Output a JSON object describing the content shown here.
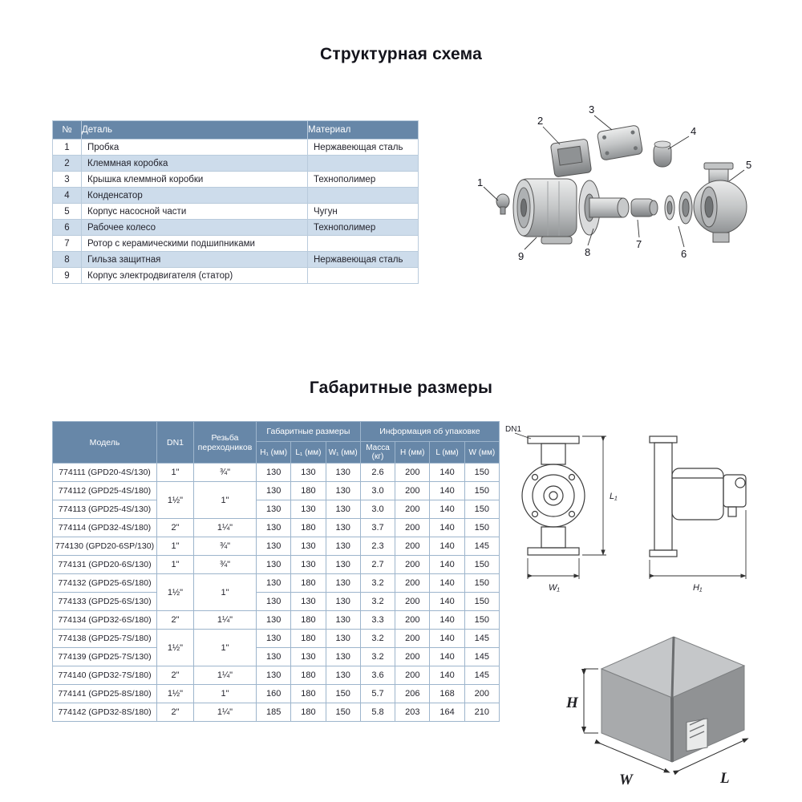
{
  "page": {
    "title_structural": "Структурная схема",
    "title_dimensions": "Габаритные размеры"
  },
  "parts_table": {
    "headers": [
      "№",
      "Деталь",
      "Материал"
    ],
    "rows": [
      {
        "num": "1",
        "part": "Пробка",
        "material": "Нержавеющая сталь"
      },
      {
        "num": "2",
        "part": "Клеммная коробка",
        "material": ""
      },
      {
        "num": "3",
        "part": "Крышка клеммной коробки",
        "material": "Технополимер"
      },
      {
        "num": "4",
        "part": "Конденсатор",
        "material": ""
      },
      {
        "num": "5",
        "part": "Корпус насосной части",
        "material": "Чугун"
      },
      {
        "num": "6",
        "part": "Рабочее колесо",
        "material": "Технополимер"
      },
      {
        "num": "7",
        "part": "Ротор с керамическими подшипниками",
        "material": ""
      },
      {
        "num": "8",
        "part": "Гильза защитная",
        "material": "Нержавеющая сталь"
      },
      {
        "num": "9",
        "part": "Корпус электродвигателя (статор)",
        "material": ""
      }
    ]
  },
  "exploded": {
    "callouts": [
      "1",
      "2",
      "3",
      "4",
      "5",
      "6",
      "7",
      "8",
      "9"
    ]
  },
  "dimensions_table": {
    "col_model": "Модель",
    "col_dn1": "DN1",
    "col_thread": "Резьба переходников",
    "group_dims": "Габаритные размеры",
    "group_pack": "Информация об упаковке",
    "sub_headers": [
      "H₁ (мм)",
      "L₁ (мм)",
      "W₁ (мм)",
      "Масса (кг)",
      "H (мм)",
      "L (мм)",
      "W (мм)"
    ],
    "rows": [
      {
        "model": "774111 (GPD20-4S/130)",
        "dn1": "1\"",
        "thread": "¾\"",
        "h1": "130",
        "l1": "130",
        "w1": "130",
        "mass": "2.6",
        "h": "200",
        "l": "140",
        "w": "150"
      },
      {
        "model": "774112 (GPD25-4S/180)",
        "dn1": "1½\"",
        "dn1_span": 2,
        "thread": "1\"",
        "thread_span": 2,
        "h1": "130",
        "l1": "180",
        "w1": "130",
        "mass": "3.0",
        "h": "200",
        "l": "140",
        "w": "150"
      },
      {
        "model": "774113 (GPD25-4S/130)",
        "h1": "130",
        "l1": "130",
        "w1": "130",
        "mass": "3.0",
        "h": "200",
        "l": "140",
        "w": "150"
      },
      {
        "model": "774114 (GPD32-4S/180)",
        "dn1": "2\"",
        "thread": "1¼\"",
        "h1": "130",
        "l1": "180",
        "w1": "130",
        "mass": "3.7",
        "h": "200",
        "l": "140",
        "w": "150"
      },
      {
        "model": "774130 (GPD20-6SP/130)",
        "dn1": "1\"",
        "thread": "¾\"",
        "h1": "130",
        "l1": "130",
        "w1": "130",
        "mass": "2.3",
        "h": "200",
        "l": "140",
        "w": "145"
      },
      {
        "model": "774131 (GPD20-6S/130)",
        "dn1": "1\"",
        "thread": "¾\"",
        "h1": "130",
        "l1": "130",
        "w1": "130",
        "mass": "2.7",
        "h": "200",
        "l": "140",
        "w": "150"
      },
      {
        "model": "774132 (GPD25-6S/180)",
        "dn1": "1½\"",
        "dn1_span": 2,
        "thread": "1\"",
        "thread_span": 2,
        "h1": "130",
        "l1": "180",
        "w1": "130",
        "mass": "3.2",
        "h": "200",
        "l": "140",
        "w": "150"
      },
      {
        "model": "774133 (GPD25-6S/130)",
        "h1": "130",
        "l1": "130",
        "w1": "130",
        "mass": "3.2",
        "h": "200",
        "l": "140",
        "w": "150"
      },
      {
        "model": "774134 (GPD32-6S/180)",
        "dn1": "2\"",
        "thread": "1¼\"",
        "h1": "130",
        "l1": "180",
        "w1": "130",
        "mass": "3.3",
        "h": "200",
        "l": "140",
        "w": "150"
      },
      {
        "model": "774138 (GPD25-7S/180)",
        "dn1": "1½\"",
        "dn1_span": 2,
        "thread": "1\"",
        "thread_span": 2,
        "h1": "130",
        "l1": "180",
        "w1": "130",
        "mass": "3.2",
        "h": "200",
        "l": "140",
        "w": "145"
      },
      {
        "model": "774139 (GPD25-7S/130)",
        "h1": "130",
        "l1": "130",
        "w1": "130",
        "mass": "3.2",
        "h": "200",
        "l": "140",
        "w": "145"
      },
      {
        "model": "774140 (GPD32-7S/180)",
        "dn1": "2\"",
        "thread": "1¼\"",
        "h1": "130",
        "l1": "180",
        "w1": "130",
        "mass": "3.6",
        "h": "200",
        "l": "140",
        "w": "145"
      },
      {
        "model": "774141 (GPD25-8S/180)",
        "dn1": "1½\"",
        "thread": "1\"",
        "h1": "160",
        "l1": "180",
        "w1": "150",
        "mass": "5.7",
        "h": "206",
        "l": "168",
        "w": "200"
      },
      {
        "model": "774142 (GPD32-8S/180)",
        "dn1": "2\"",
        "thread": "1¼\"",
        "h1": "185",
        "l1": "180",
        "w1": "150",
        "mass": "5.8",
        "h": "203",
        "l": "164",
        "w": "210"
      }
    ]
  },
  "drawings": {
    "dn1": "DN1",
    "l1": "L₁",
    "w1": "W₁",
    "h1": "H₁"
  },
  "box": {
    "h": "H",
    "w": "W",
    "l": "L"
  }
}
